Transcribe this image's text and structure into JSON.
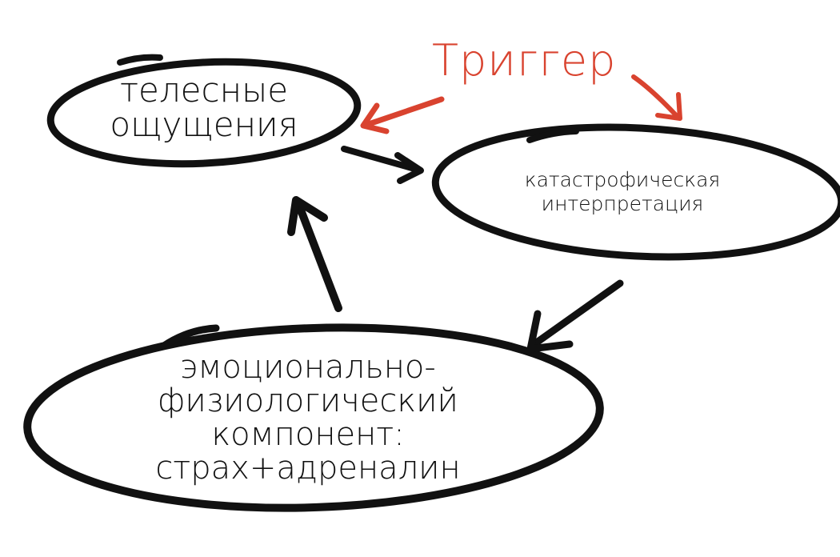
{
  "trigger": {
    "label": "Триггер",
    "color": "#d9432f"
  },
  "nodes": {
    "body_sensations": {
      "lines": [
        "телесные",
        "ощущения"
      ]
    },
    "catastrophic_interpretation": {
      "lines": [
        "катастрофическая",
        "интерпретация"
      ]
    },
    "emotional_component": {
      "lines": [
        "эмоционально-",
        "физиологический",
        "компонент:",
        "страх+адреналин"
      ]
    }
  },
  "colors": {
    "ink": "#111111",
    "background": "#ffffff"
  }
}
